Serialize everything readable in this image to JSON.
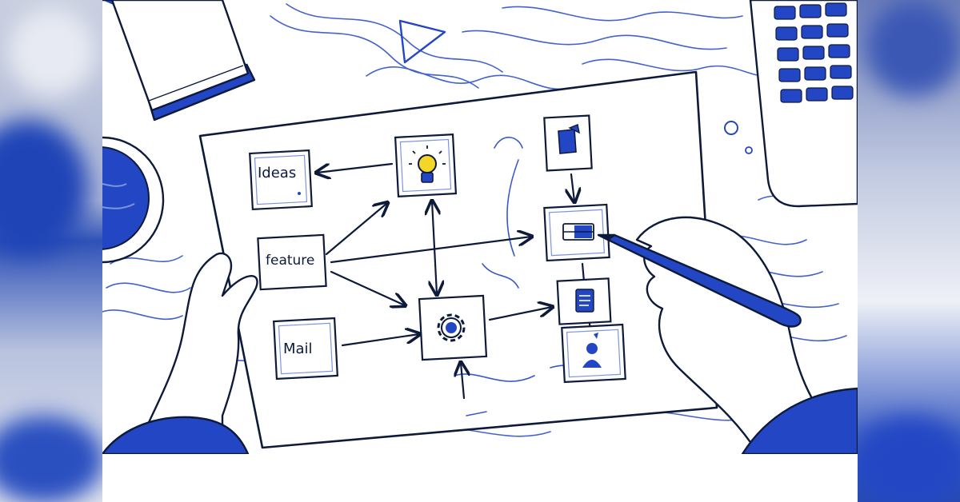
{
  "diagram": {
    "nodes": [
      {
        "id": "ideas",
        "label": "Ideas"
      },
      {
        "id": "feature",
        "label": "feature"
      },
      {
        "id": "mail",
        "label": "Mail"
      }
    ]
  },
  "icons": {
    "idea": "lightbulb-icon",
    "settings": "gear-icon",
    "document": "document-icon",
    "card": "card-icon",
    "notes": "notes-icon",
    "user": "user-icon"
  },
  "colors": {
    "ink": "#0d1a3a",
    "blue": "#2347c4",
    "light_blue": "#7e95dc",
    "bulb": "#f2d628",
    "paper": "#ffffff"
  }
}
